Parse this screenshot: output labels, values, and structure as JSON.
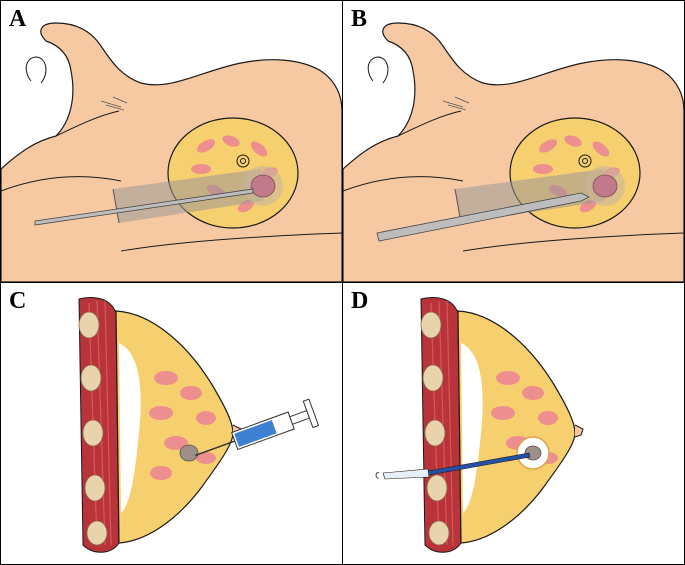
{
  "figure": {
    "panels": [
      {
        "id": "A",
        "label": "A"
      },
      {
        "id": "B",
        "label": "B"
      },
      {
        "id": "C",
        "label": "C"
      },
      {
        "id": "D",
        "label": "D"
      }
    ]
  },
  "colors": {
    "skin": "#f7c9a3",
    "skin_line": "#1a1a1a",
    "fat": "#f6cf6e",
    "fat_dark": "#e9b84a",
    "gland": "#ee8f8f",
    "muscle": "#b8343a",
    "muscle_light": "#d8575a",
    "rib": "#e8d3ad",
    "lesion": "#9e8f88",
    "ultrasound_beam": "#9b9898",
    "needle": "#bdbdbd",
    "syringe_fluid": "#3d7fd0",
    "device_blue": "#2450a8",
    "ablation_halo": "#ffffff"
  },
  "icons": [
    "needle",
    "ultrasound-probe-beam",
    "syringe",
    "ablation-probe"
  ]
}
